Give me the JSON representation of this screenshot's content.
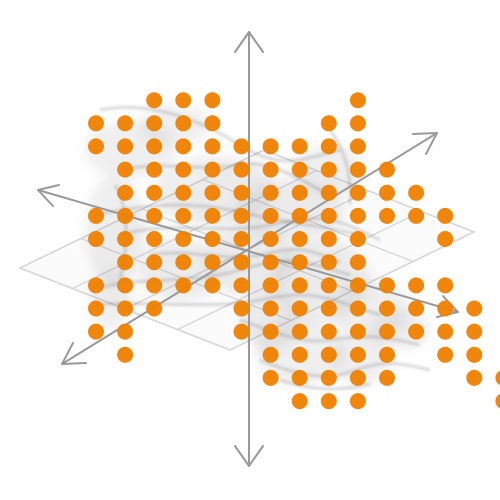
{
  "colors": {
    "dot": "#f07f00",
    "axis": "#999999",
    "grid": "#d6d6d6",
    "haze": "#555555"
  },
  "dot_rows": [
    [],
    [
      0,
      0,
      1,
      1,
      1,
      0,
      0,
      0,
      0,
      1,
      0,
      0,
      0,
      0,
      0,
      0
    ],
    [
      1,
      1,
      1,
      1,
      1,
      0,
      0,
      0,
      1,
      1,
      0,
      0,
      0,
      0,
      0,
      0
    ],
    [
      1,
      1,
      1,
      1,
      1,
      1,
      1,
      1,
      1,
      1,
      0,
      0,
      0,
      0,
      0,
      0
    ],
    [
      0,
      1,
      1,
      1,
      1,
      1,
      1,
      1,
      1,
      1,
      1,
      0,
      0,
      0,
      0,
      0
    ],
    [
      0,
      1,
      1,
      1,
      1,
      1,
      1,
      1,
      1,
      1,
      1,
      1,
      0,
      0,
      0,
      0
    ],
    [
      1,
      1,
      1,
      1,
      1,
      1,
      1,
      1,
      1,
      1,
      1,
      1,
      1,
      0,
      0,
      0
    ],
    [
      1,
      1,
      1,
      1,
      1,
      1,
      1,
      1,
      1,
      1,
      0,
      0,
      1,
      0,
      0,
      0
    ],
    [
      0,
      1,
      1,
      1,
      1,
      1,
      1,
      1,
      1,
      1,
      0,
      0,
      0,
      0,
      0,
      0
    ],
    [
      1,
      1,
      1,
      1,
      1,
      1,
      1,
      1,
      1,
      1,
      1,
      1,
      1,
      0,
      0,
      0
    ],
    [
      1,
      1,
      1,
      0,
      0,
      1,
      1,
      1,
      1,
      1,
      1,
      1,
      1,
      1,
      0,
      0
    ],
    [
      1,
      1,
      0,
      0,
      0,
      1,
      1,
      1,
      1,
      1,
      1,
      1,
      1,
      1,
      0,
      0
    ],
    [
      0,
      1,
      0,
      0,
      0,
      0,
      1,
      1,
      1,
      1,
      1,
      0,
      1,
      1,
      0,
      0
    ],
    [
      0,
      0,
      0,
      0,
      0,
      0,
      1,
      1,
      1,
      1,
      1,
      0,
      0,
      1,
      1,
      0
    ],
    [
      0,
      0,
      0,
      0,
      0,
      0,
      0,
      1,
      1,
      1,
      0,
      0,
      0,
      0,
      1,
      0
    ]
  ]
}
